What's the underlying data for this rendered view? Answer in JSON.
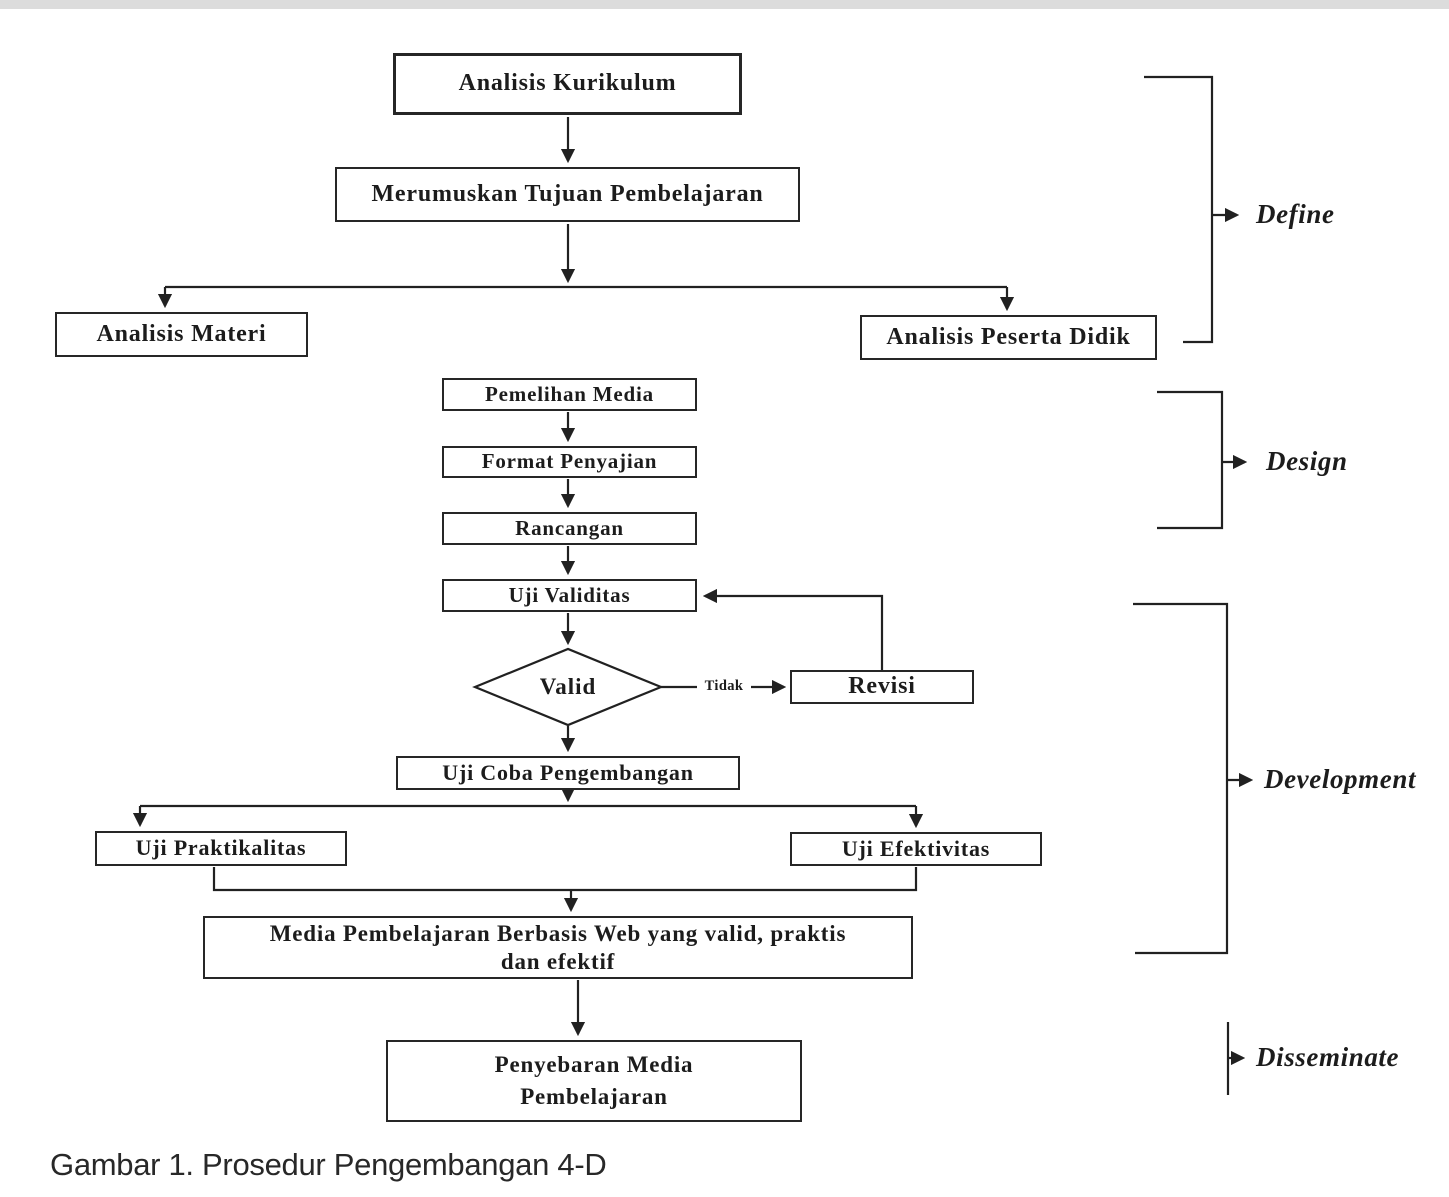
{
  "figure": {
    "caption": "Gambar 1. Prosedur Pengembangan 4-D",
    "nodes": {
      "analisis_kurikulum": "Analisis Kurikulum",
      "merumuskan_tujuan": "Merumuskan Tujuan Pembelajaran",
      "analisis_materi": "Analisis Materi",
      "analisis_peserta_didik": "Analisis Peserta Didik",
      "pemelihan_media": "Pemelihan Media",
      "format_penyajian": "Format Penyajian",
      "rancangan": "Rancangan",
      "uji_validitas": "Uji Validitas",
      "revisi": "Revisi",
      "uji_coba_pengembangan": "Uji Coba Pengembangan",
      "uji_praktikalitas": "Uji Praktikalitas",
      "uji_efektivitas": "Uji Efektivitas",
      "media_valid": {
        "line1": "Media Pembelajaran Berbasis Web yang valid, praktis",
        "line2": "dan efektif"
      },
      "penyebaran": {
        "line1": "Penyebaran Media",
        "line2": "Pembelajaran"
      }
    },
    "decision": {
      "label": "Valid",
      "no_label": "Tidak"
    },
    "phases": {
      "define": "Define",
      "design": "Design",
      "development": "Development",
      "disseminate": "Disseminate"
    },
    "colors": {
      "ink": "#212121",
      "background": "#ffffff",
      "top_bar": "#dcdcdc"
    }
  }
}
